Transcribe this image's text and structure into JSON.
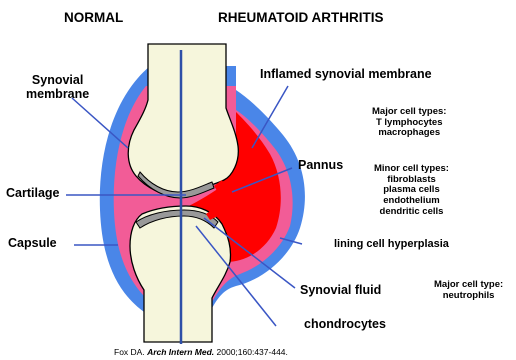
{
  "headings": {
    "normal": "NORMAL",
    "rheumatoid": "RHEUMATOID ARTHRITIS"
  },
  "labels": {
    "synovial_membrane": [
      "Synovial",
      "membrane"
    ],
    "cartilage": "Cartilage",
    "capsule": "Capsule",
    "inflamed_synovial_membrane": "Inflamed synovial membrane",
    "pannus": "Pannus",
    "lining_cell_hyperplasia": "lining cell hyperplasia",
    "synovial_fluid": "Synovial fluid",
    "chondrocytes": "chondrocytes"
  },
  "cell_types": {
    "major_title": "Major cell types:",
    "major": [
      "T lymphocytes",
      "macrophages"
    ],
    "minor_title": "Minor cell types:",
    "minor": [
      "fibroblasts",
      "plasma cells",
      "endothelium",
      "dendritic cells"
    ],
    "fluid_title": "Major cell type:",
    "fluid": [
      "neutrophils"
    ]
  },
  "citation": {
    "authors": "Fox DA.",
    "journal": "Arch Intern Med.",
    "details": "2000;160:437-444."
  },
  "colors": {
    "capsule": "#4a86e8",
    "synovium": "#f25c97",
    "bone": "#f6f6dc",
    "cartilage": "#999999",
    "pannus": "#ff0000",
    "divider": "#2e4fa8",
    "leader": "#3a56c4"
  }
}
